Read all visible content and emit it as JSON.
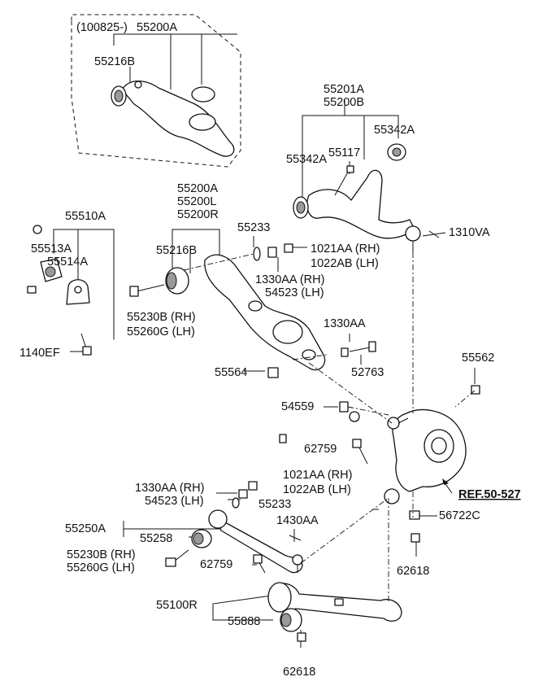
{
  "labels": {
    "inset_date": "(100825-)",
    "inset_arm": "55200A",
    "inset_bushing": "55216B",
    "upper_arm_1": "55201A",
    "upper_arm_2": "55200B",
    "upper_bushing_left": "55342A",
    "upper_bushing_right": "55342A",
    "upper_bolt": "55117",
    "upper_pin": "1310VA",
    "stabilizer_bar": "55510A",
    "stab_bushing": "55513A",
    "stab_bracket": "55514A",
    "stab_bolt": "1140EF",
    "lower_arm_1": "55200A",
    "lower_arm_2": "55200L",
    "lower_arm_3": "55200R",
    "lower_bushing": "55216B",
    "washer": "55233",
    "nut_rh": "1021AA (RH)",
    "nut_lh": "1022AB (LH)",
    "bolt_rh": "1330AA (RH)",
    "bolt_lh": "54523 (LH)",
    "arm_bolt_rh": "55230B (RH)",
    "arm_bolt_lh": "55260G (LH)",
    "link_bolt": "1330AA",
    "link_nut": "55564",
    "link_stud": "52763",
    "knuckle_nut": "55562",
    "stab_link_nut": "54559",
    "knuckle_bolt": "62759",
    "ref": "REF.50-527",
    "assist_bolt_rh": "1330AA (RH)",
    "assist_bolt_lh": "54523 (LH)",
    "assist_nut_rh": "1021AA (RH)",
    "assist_nut_lh": "1022AB (LH)",
    "assist_washer": "55233",
    "assist_arm": "55250A",
    "assist_bushing": "55258",
    "cotter_pin": "1430AA",
    "hub_nut": "56722C",
    "assist_arm_bolt_rh": "55230B (RH)",
    "assist_arm_bolt_lh": "55260G (LH)",
    "assist_bolt_2": "62759",
    "knuckle_bolt_2": "62618",
    "trailing_arm": "55100R",
    "trailing_bushing": "55888",
    "trailing_bolt": "62618"
  }
}
